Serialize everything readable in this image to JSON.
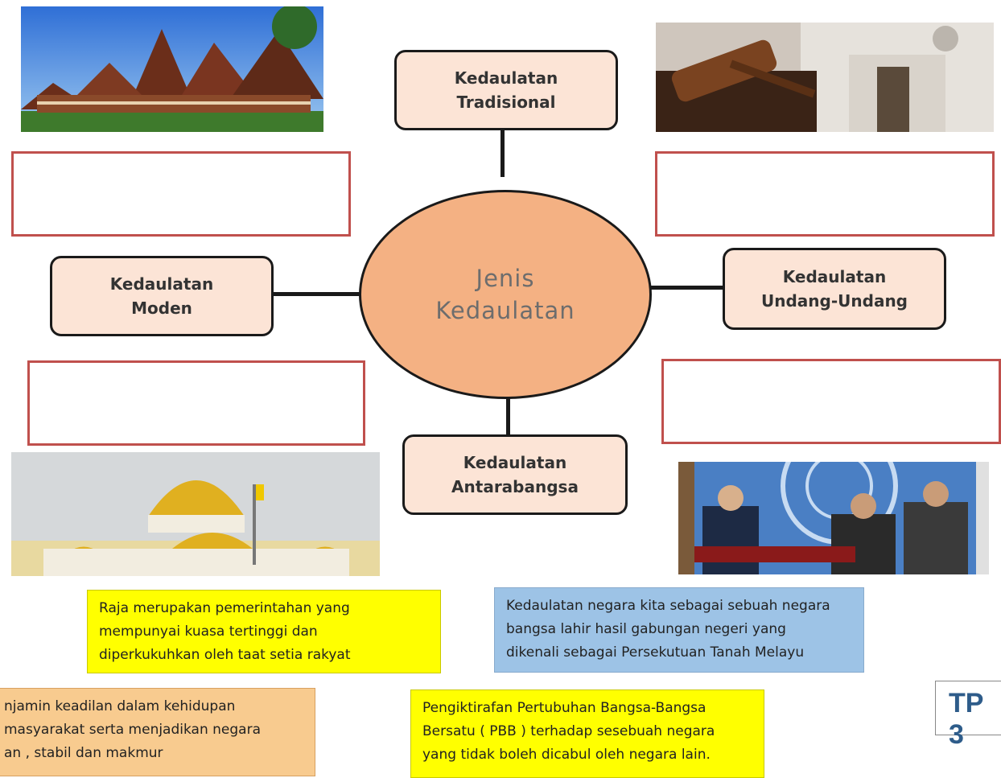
{
  "diagram": {
    "center": "Jenis\nKedaulatan",
    "types": {
      "tradisional": "Kedaulatan\nTradisional",
      "moden": "Kedaulatan\nModen",
      "undang_undang": "Kedaulatan\nUndang-Undang",
      "antarabangsa": "Kedaulatan\nAntarabangsa"
    }
  },
  "notes": {
    "raja": "Raja merupakan pemerintahan yang\nmempunyai kuasa tertinggi dan\ndiperkukuhkan oleh taat setia rakyat",
    "negara_bangsa": "Kedaulatan negara kita sebagai sebuah negara\nbangsa lahir hasil gabungan negeri yang\ndikenali sebagai Persekutuan Tanah Melayu",
    "keadilan": "njamin keadilan dalam kehidupan\nmasyarakat serta menjadikan  negara\nan , stabil dan makmur",
    "pbb": "Pengiktirafan Pertubuhan Bangsa-Bangsa\nBersatu ( PBB ) terhadap sesebuah negara\nyang tidak boleh dicabul oleh negara lain."
  },
  "tp_label": "TP 3",
  "colors": {
    "type_box_fill": "#fce4d6",
    "center_fill": "#f4b183",
    "answer_border": "#c0504d",
    "yellow_note": "#ffff00",
    "blue_note": "#9dc3e6",
    "orange_note": "#f8cb8f"
  },
  "images": {
    "top_left": "traditional-palace-photo",
    "top_right": "gavel-court-photo",
    "bottom_left": "golden-dome-palace-photo",
    "bottom_right": "un-signing-ceremony-photo"
  }
}
